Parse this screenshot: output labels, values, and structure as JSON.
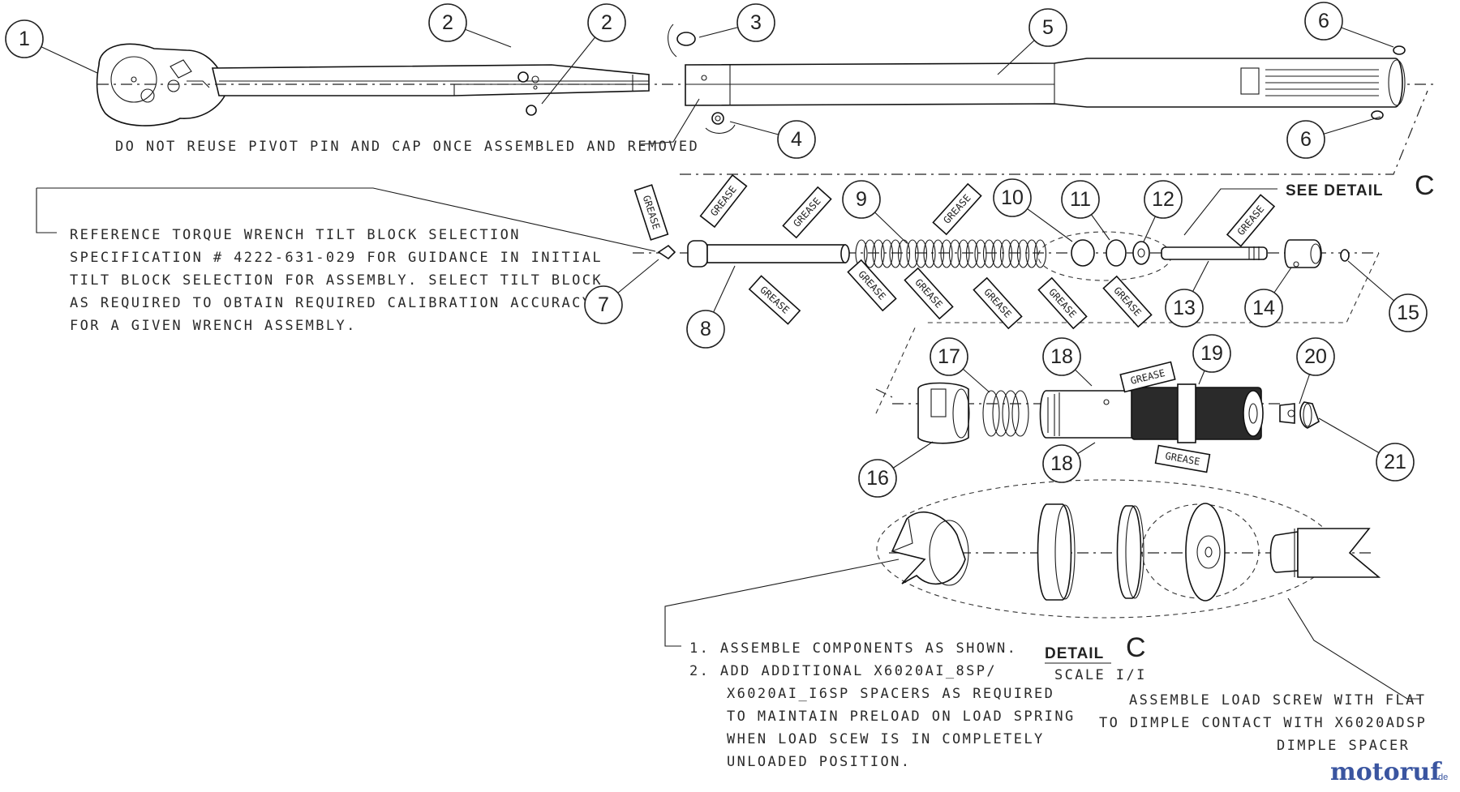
{
  "balloons": [
    {
      "id": "b1",
      "label": "1"
    },
    {
      "id": "b2a",
      "label": "2"
    },
    {
      "id": "b2b",
      "label": "2"
    },
    {
      "id": "b3",
      "label": "3"
    },
    {
      "id": "b4",
      "label": "4"
    },
    {
      "id": "b5",
      "label": "5"
    },
    {
      "id": "b6a",
      "label": "6"
    },
    {
      "id": "b6b",
      "label": "6"
    },
    {
      "id": "b7",
      "label": "7"
    },
    {
      "id": "b8",
      "label": "8"
    },
    {
      "id": "b9",
      "label": "9"
    },
    {
      "id": "b10",
      "label": "10"
    },
    {
      "id": "b11",
      "label": "11"
    },
    {
      "id": "b12",
      "label": "12"
    },
    {
      "id": "b13",
      "label": "13"
    },
    {
      "id": "b14",
      "label": "14"
    },
    {
      "id": "b15",
      "label": "15"
    },
    {
      "id": "b16",
      "label": "16"
    },
    {
      "id": "b17",
      "label": "17"
    },
    {
      "id": "b18a",
      "label": "18"
    },
    {
      "id": "b18b",
      "label": "18"
    },
    {
      "id": "b19",
      "label": "19"
    },
    {
      "id": "b20",
      "label": "20"
    },
    {
      "id": "b21",
      "label": "21"
    }
  ],
  "grease_label": "GREASE",
  "notes": {
    "pivot_pin": "DO NOT REUSE PIVOT PIN AND CAP ONCE ASSEMBLED AND REMOVED",
    "tilt_block": [
      "REFERENCE TORQUE WRENCH TILT BLOCK SELECTION",
      "SPECIFICATION # 4222-631-029 FOR GUIDANCE IN INITIAL",
      "TILT BLOCK SELECTION FOR ASSEMBLY. SELECT TILT BLOCK",
      "AS REQUIRED TO OBTAIN REQUIRED CALIBRATION ACCURACY",
      "FOR A GIVEN WRENCH ASSEMBLY."
    ],
    "assembly": [
      "1.  ASSEMBLE COMPONENTS AS SHOWN.",
      "2.  ADD ADDITIONAL X6020AI_8SP/",
      "X6020AI_I6SP SPACERS AS REQUIRED",
      "TO MAINTAIN PRELOAD ON LOAD SPRING",
      "WHEN LOAD SCEW IS IN COMPLETELY",
      "UNLOADED POSITION."
    ],
    "load_screw": [
      "ASSEMBLE LOAD SCREW WITH FLAT",
      "TO DIMPLE CONTACT WITH X6020ADSP",
      "DIMPLE SPACER"
    ]
  },
  "see_detail": "SEE DETAIL",
  "detail_letter": "C",
  "detail_title": "DETAIL",
  "detail_scale": "SCALE  I/I",
  "watermark": {
    "text": "motoruf",
    "suffix": ".de"
  }
}
